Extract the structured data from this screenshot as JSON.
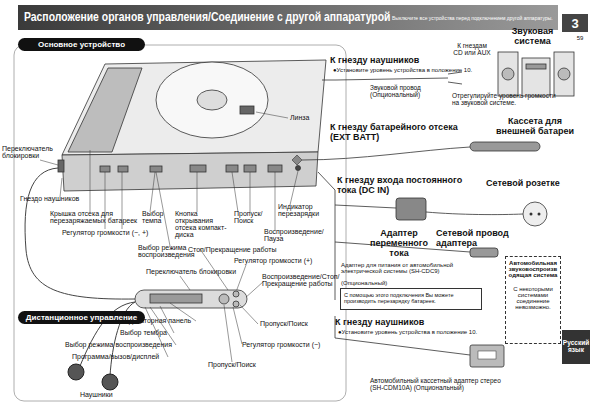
{
  "diagram": {
    "title": "Расположение органов управления/Соединение с другой аппаратурой",
    "nodes": [
      {
        "text": [
          "Основное устройство"
        ]
      },
      {
        "text": [
          "Дистанционное управление"
        ]
      },
      {
        "text": [
          "3"
        ]
      },
      {
        "text": [
          "Русский язык"
        ]
      },
      {
        "text": [
          "Автомобильная звуковоспроизводящая система",
          "С некоторыми системами соединение невозможно."
        ]
      },
      {
        "text": [
          "С помощью этого подключения Вы можете производить перезарядку батареек."
        ]
      }
    ],
    "labels": [
      "Выключите все устройства перед подключением другой аппаратуры.",
      "59",
      "Линза",
      "Переключатель блокировки",
      "Гнездо наушников",
      "Крышка отсека для перезаряжаемых батареек",
      "Выбор темпа",
      "Регулятор громкости (−, +)",
      "Кнопка открывания отсека компакт-диска",
      "Пропуск/ Поиск",
      "Индикатор перезарядки",
      "Воспроизведение/ Пауза",
      "Выбор режима воспроизведения",
      "Стоп/Прекращение работы",
      "Переключатель блокировки",
      "Регулятор громкости (+)",
      "Воспроизведение/Стоп/ Прекращение работы",
      "Индикаторная панель",
      "Выбор тембра",
      "Выбор режима воспроизведения",
      "Программа/вызов/дисплей",
      "Пропуск/Поиск",
      "Регулятор громкости (−)",
      "Пропуск/Поиск",
      "Наушники",
      "К гнезду наушников",
      "●Установите уровень устройства в положение 10.",
      "К гнездам CD или AUX",
      "Звуковая система",
      "Звуковой провод (Опциональный)",
      "Отрегулируйте уровень громкости на звуковой системе.",
      "Кассета для внешней батареи",
      "К гнезду батарейного отсека (EXT BATT)",
      "К гнезду входа постоянного тока (DC IN)",
      "Сетевой розетке",
      "Адаптер переменного тока",
      "Сетевой провод адаптера",
      "Адаптер для питания от автомобильной электрической системы (SH-CDC9)",
      "(Опциональный)",
      "К гнезду наушников",
      "●Установите уровень устройства в положение 10.",
      "Автомобильный кассетный адаптер стерео (SH-CDM10A) (Опциональный)"
    ]
  }
}
